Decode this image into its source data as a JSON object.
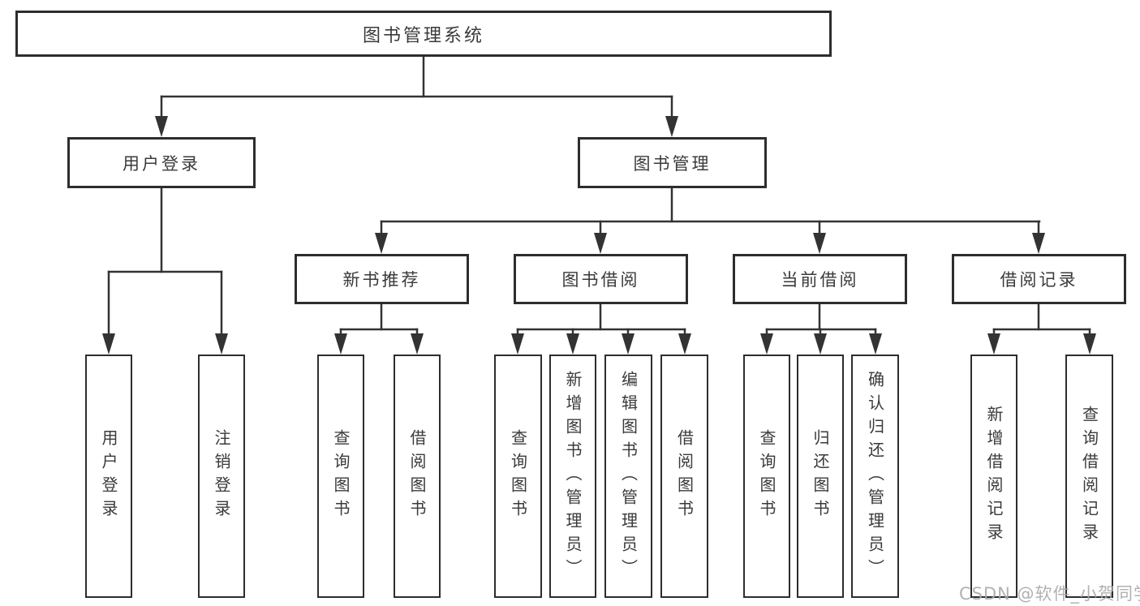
{
  "diagram": {
    "root": {
      "label": "图书管理系统",
      "children": [
        {
          "label": "用户登录",
          "children": [
            {
              "label": "用户登录"
            },
            {
              "label": "注销登录"
            }
          ]
        },
        {
          "label": "图书管理",
          "children": [
            {
              "label": "新书推荐",
              "children": [
                {
                  "label": "查询图书"
                },
                {
                  "label": "借阅图书"
                }
              ]
            },
            {
              "label": "图书借阅",
              "children": [
                {
                  "label": "查询图书"
                },
                {
                  "label": "新增图书（管理员）"
                },
                {
                  "label": "编辑图书（管理员）"
                },
                {
                  "label": "借阅图书"
                }
              ]
            },
            {
              "label": "当前借阅",
              "children": [
                {
                  "label": "查询图书"
                },
                {
                  "label": "归还图书"
                },
                {
                  "label": "确认归还（管理员）"
                }
              ]
            },
            {
              "label": "借阅记录",
              "children": [
                {
                  "label": "新增借阅记录"
                },
                {
                  "label": "查询借阅记录"
                }
              ]
            }
          ]
        }
      ]
    }
  },
  "watermark": {
    "text": "CSDN @软件_小贺同学"
  },
  "colors": {
    "line": "#333333",
    "box_border": "#2d2d2d",
    "text": "#3a3a3a",
    "background": "#ffffff",
    "watermark": "#a8a8aa"
  }
}
